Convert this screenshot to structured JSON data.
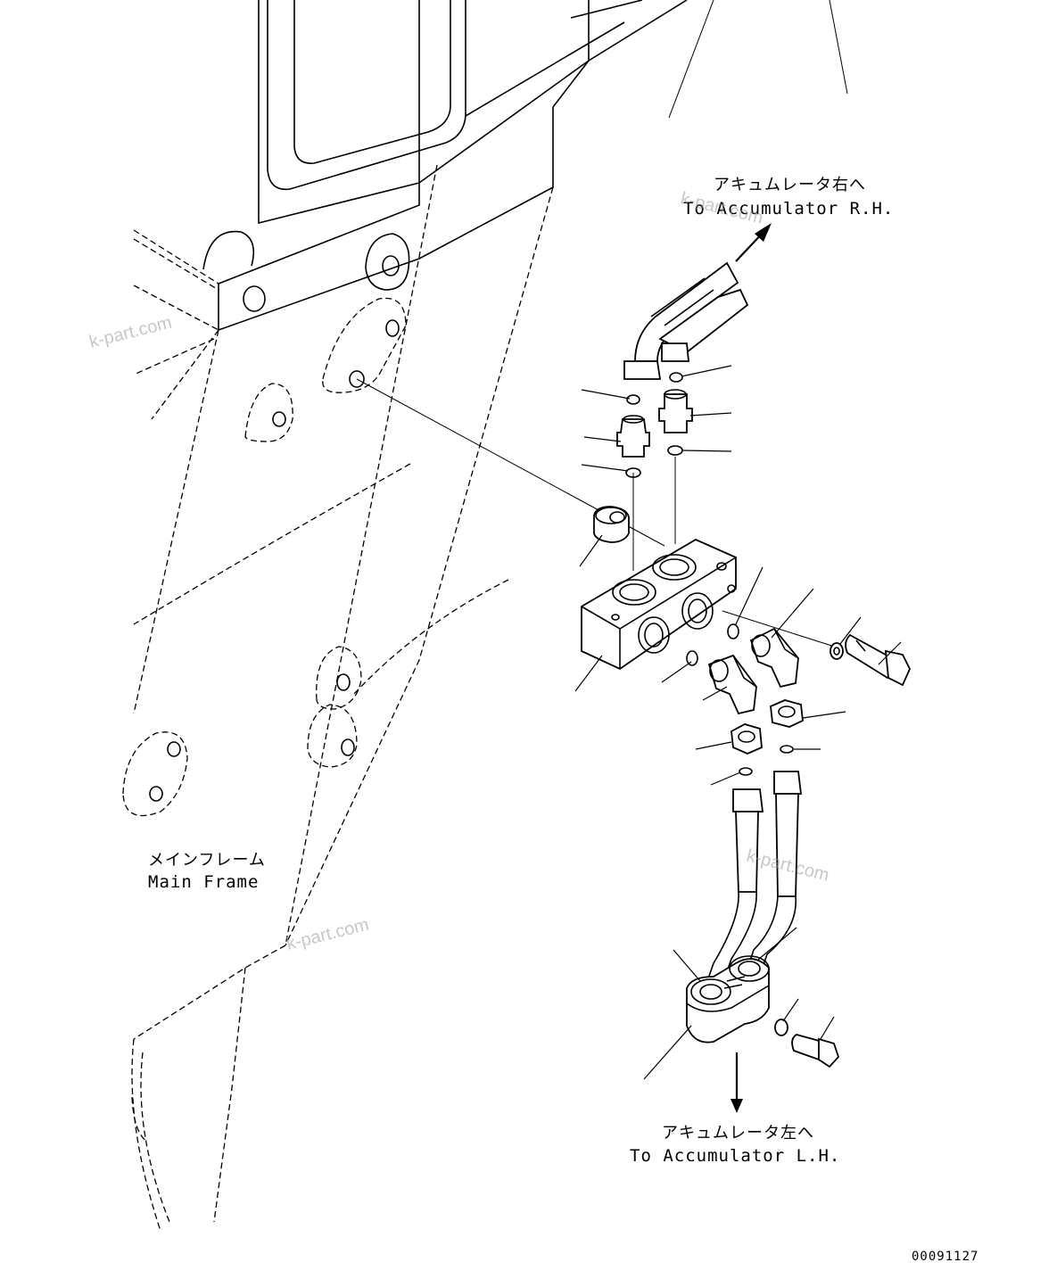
{
  "labels": {
    "to_rh_jp": "アキュムレータ右へ",
    "to_rh_en": "To Accumulator R.H.",
    "to_lh_jp": "アキュムレータ左へ",
    "to_lh_en": "To Accumulator L.H.",
    "main_frame_jp": "メインフレーム",
    "main_frame_en": "Main Frame",
    "drawing_number": "00091127"
  },
  "watermarks": [
    "k-part.com",
    "k-part.com",
    "k-part.com",
    "k-part.com"
  ]
}
